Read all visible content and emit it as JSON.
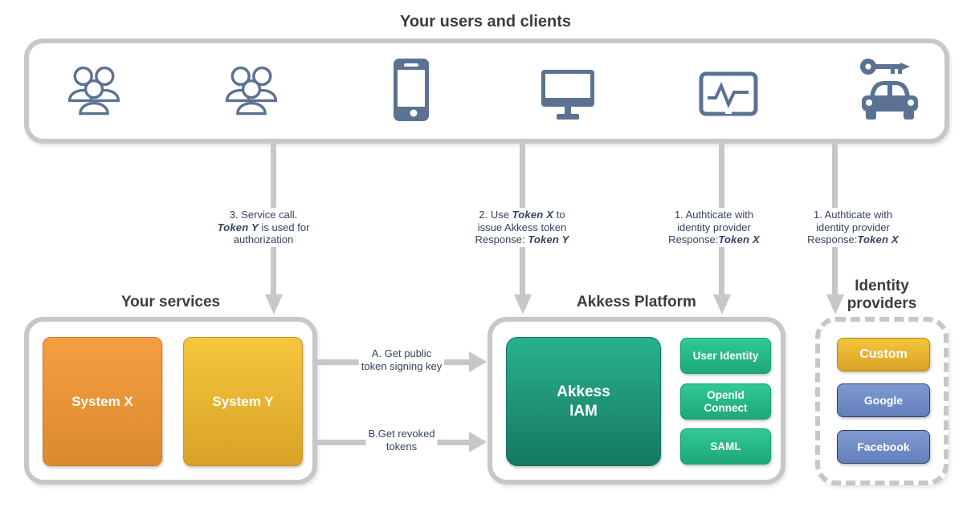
{
  "colors": {
    "ink": "#3d3d3d",
    "note": "#344264",
    "gray": "#c7c7c7",
    "slate": "#5b7293",
    "orange1": "#f59e41",
    "orange2": "#db8a2e",
    "gold1": "#f5c63c",
    "gold2": "#d9a227",
    "teal1": "#28b18f",
    "teal2": "#15795e",
    "green1": "#31c897",
    "green2": "#1ea878",
    "blue1": "#8099d2",
    "blue2": "#6380bd"
  },
  "top": {
    "title": "Your users and clients",
    "icons": [
      {
        "name": "users-group-icon"
      },
      {
        "name": "users-group-icon"
      },
      {
        "name": "smartphone-icon"
      },
      {
        "name": "monitor-icon"
      },
      {
        "name": "pulse-device-icon"
      },
      {
        "name": "car-with-key-icon"
      }
    ]
  },
  "annotations": [
    {
      "lines": [
        "3. Service call.",
        "|Token Y| is used for",
        "authorization"
      ]
    },
    {
      "lines": [
        "2. Use |Token X| to",
        "issue Akkess token",
        "Response: |Token Y|"
      ]
    },
    {
      "lines": [
        "1. Authticate with",
        "identity provider",
        "Response:|Token X|"
      ]
    },
    {
      "lines": [
        "1. Authticate with",
        "identity provider",
        "Response:|Token X|"
      ]
    }
  ],
  "services": {
    "title": "Your services",
    "systems": [
      "System X",
      "System Y"
    ]
  },
  "connectors": [
    {
      "lines": [
        "A. Get public",
        "token signing key"
      ]
    },
    {
      "lines": [
        "B.Get revoked",
        "tokens"
      ]
    }
  ],
  "platform": {
    "title": "Akkess Platform",
    "iam_lines": [
      "Akkess",
      "IAM"
    ],
    "modules": [
      "User Identity",
      "OpenId Connect",
      "SAML"
    ]
  },
  "providers": {
    "title_lines": [
      "Identity",
      "providers"
    ],
    "items": [
      "Custom",
      "Google",
      "Facebook"
    ]
  }
}
